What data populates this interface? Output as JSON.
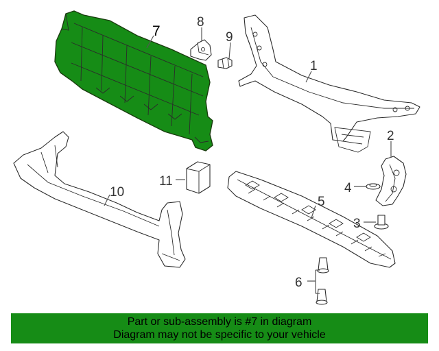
{
  "callouts": {
    "c1": "1",
    "c2": "2",
    "c3": "3",
    "c4": "4",
    "c5": "5",
    "c6": "6",
    "c7": "7",
    "c8": "8",
    "c9": "9",
    "c10": "10",
    "c11": "11"
  },
  "banner": {
    "line1": "Part or sub-assembly is #7 in diagram",
    "line2": "Diagram may not be specific to your vehicle"
  },
  "colors": {
    "highlight": "#168c16",
    "banner_bg": "#168c16",
    "outline": "#2b2b2b"
  }
}
